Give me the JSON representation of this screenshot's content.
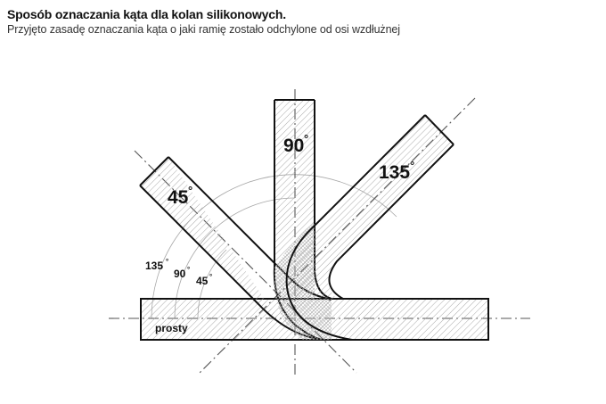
{
  "header": {
    "title": "Sposób oznaczania kąta dla kolan silikonowych.",
    "subtitle": "Przyjęto zasadę oznaczania kąta o jaki ramię zostało odchylone od osi wzdłużnej"
  },
  "diagram": {
    "arms": [
      {
        "id": "45",
        "label": "45",
        "degree_symbol": "°"
      },
      {
        "id": "90",
        "label": "90",
        "degree_symbol": "°"
      },
      {
        "id": "135",
        "label": "135",
        "degree_symbol": "°"
      }
    ],
    "base_label": "prosty",
    "arc_labels": [
      {
        "label": "135",
        "degree_symbol": "°"
      },
      {
        "label": "90",
        "degree_symbol": "°"
      },
      {
        "label": "45",
        "degree_symbol": "°"
      }
    ],
    "colors": {
      "outline": "#111111",
      "hatch": "#9a9a9a",
      "axis": "#555555",
      "arc": "#9a9a9a"
    }
  }
}
